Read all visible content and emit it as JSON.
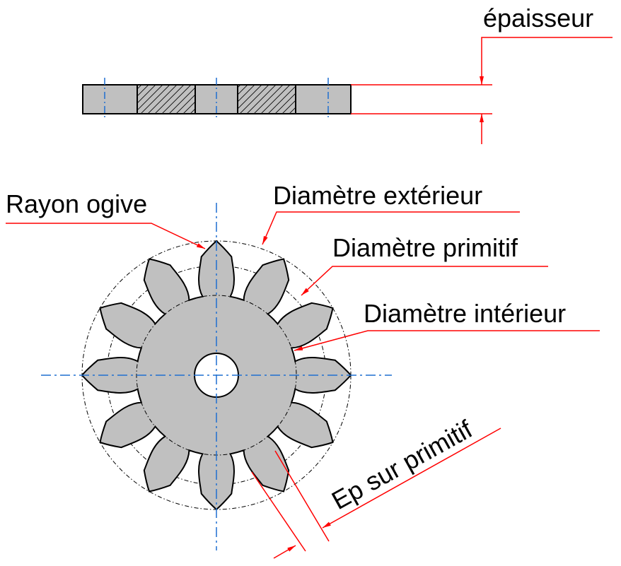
{
  "labels": {
    "thickness": "épaisseur",
    "tip_radius": "Rayon ogive",
    "outer_diameter": "Diamètre extérieur",
    "pitch_diameter": "Diamètre primitif",
    "inner_diameter": "Diamètre intérieur",
    "tooth_thickness": "Ep sur primitif"
  },
  "gear": {
    "teeth": 12
  },
  "colors": {
    "part_fill": "#c0c0c0",
    "outline": "#000000",
    "dimension": "#ff0000",
    "centerline": "#1f6fd0"
  }
}
